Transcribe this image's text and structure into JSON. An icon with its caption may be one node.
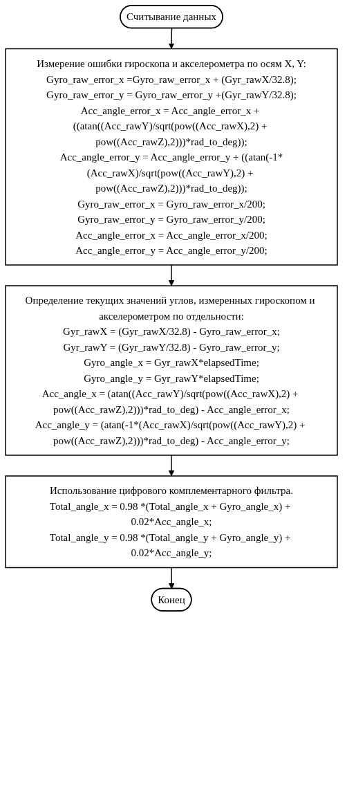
{
  "diagram": {
    "nodes": [
      {
        "text": [
          "Считывание данных"
        ]
      },
      {
        "text": [
          "Измерение ошибки гироскопа и акселерометра по осям X, Y:",
          "Gyro_raw_error_x =Gyro_raw_error_x + (Gyr_rawX/32.8);",
          "Gyro_raw_error_y = Gyro_raw_error_y +(Gyr_rawY/32.8);",
          "Acc_angle_error_x = Acc_angle_error_x + ((atan((Acc_rawY)/sqrt(pow((Acc_rawX),2) + pow((Acc_rawZ),2)))*rad_to_deg));",
          "Acc_angle_error_y = Acc_angle_error_y + ((atan(-1*(Acc_rawX)/sqrt(pow((Acc_rawY),2) + pow((Acc_rawZ),2)))*rad_to_deg));",
          "Gyro_raw_error_x = Gyro_raw_error_x/200;",
          "Gyro_raw_error_y = Gyro_raw_error_y/200;",
          "Acc_angle_error_x = Acc_angle_error_x/200;",
          "Acc_angle_error_y = Acc_angle_error_y/200;"
        ]
      },
      {
        "text": [
          "Определение текущих значений углов, измеренных гироскопом и акселерометром по отдельности:",
          "Gyr_rawX = (Gyr_rawX/32.8) - Gyro_raw_error_x;",
          "Gyr_rawY = (Gyr_rawY/32.8) - Gyro_raw_error_y;",
          "Gyro_angle_x = Gyr_rawX*elapsedTime;",
          "Gyro_angle_y = Gyr_rawY*elapsedTime;",
          "Acc_angle_x = (atan((Acc_rawY)/sqrt(pow((Acc_rawX),2) + pow((Acc_rawZ),2)))*rad_to_deg) - Acc_angle_error_x;",
          "Acc_angle_y = (atan(-1*(Acc_rawX)/sqrt(pow((Acc_rawY),2) + pow((Acc_rawZ),2)))*rad_to_deg) - Acc_angle_error_y;"
        ]
      },
      {
        "text": [
          "Использование цифрового комплементарного фильтра.",
          "Total_angle_x = 0.98 *(Total_angle_x + Gyro_angle_x) + 0.02*Acc_angle_x;",
          "Total_angle_y = 0.98 *(Total_angle_y + Gyro_angle_y) + 0.02*Acc_angle_y;"
        ]
      },
      {
        "text": [
          "Конец"
        ]
      }
    ],
    "edges": [
      {
        "from": 0,
        "to": 1,
        "arrow": "to"
      },
      {
        "from": 1,
        "to": 2,
        "arrow": "to"
      },
      {
        "from": 2,
        "to": 3,
        "arrow": "to"
      },
      {
        "from": 3,
        "to": 4,
        "arrow": "to"
      }
    ]
  }
}
